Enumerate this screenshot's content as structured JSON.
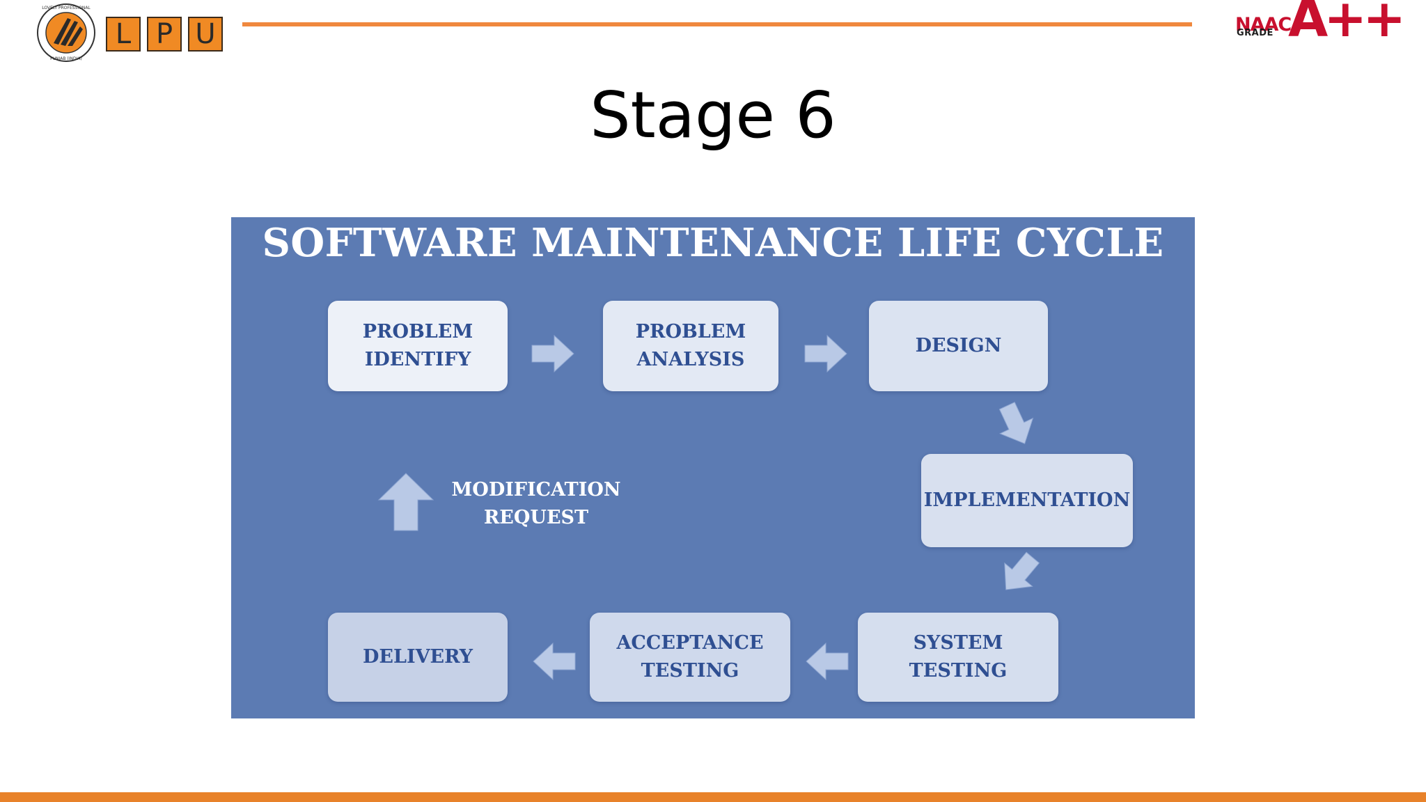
{
  "header": {
    "logo_letters": [
      "L",
      "P",
      "U"
    ],
    "seal_text": "LOVELY PROFESSIONAL UNIVERSITY · PUNJAB (INDIA)",
    "naac": {
      "word": "NAAC",
      "grade_label": "GRADE",
      "grade_value": "A++"
    }
  },
  "slide": {
    "title": "Stage 6"
  },
  "diagram": {
    "title": "SOFTWARE MAINTENANCE LIFE CYCLE",
    "stages": [
      {
        "label": "PROBLEM\nIDENTIFY"
      },
      {
        "label": "PROBLEM\nANALYSIS"
      },
      {
        "label": "DESIGN"
      },
      {
        "label": "IMPLEMENTATION"
      },
      {
        "label": "SYSTEM\nTESTING"
      },
      {
        "label": "ACCEPTANCE\nTESTING"
      },
      {
        "label": "DELIVERY"
      }
    ],
    "modification_label": "MODIFICATION\nREQUEST"
  },
  "colors": {
    "panel_bg": "#5c7bb3",
    "box_text": "#2f4f92",
    "accent_orange": "#f0883e",
    "naac_red": "#c8102e"
  }
}
